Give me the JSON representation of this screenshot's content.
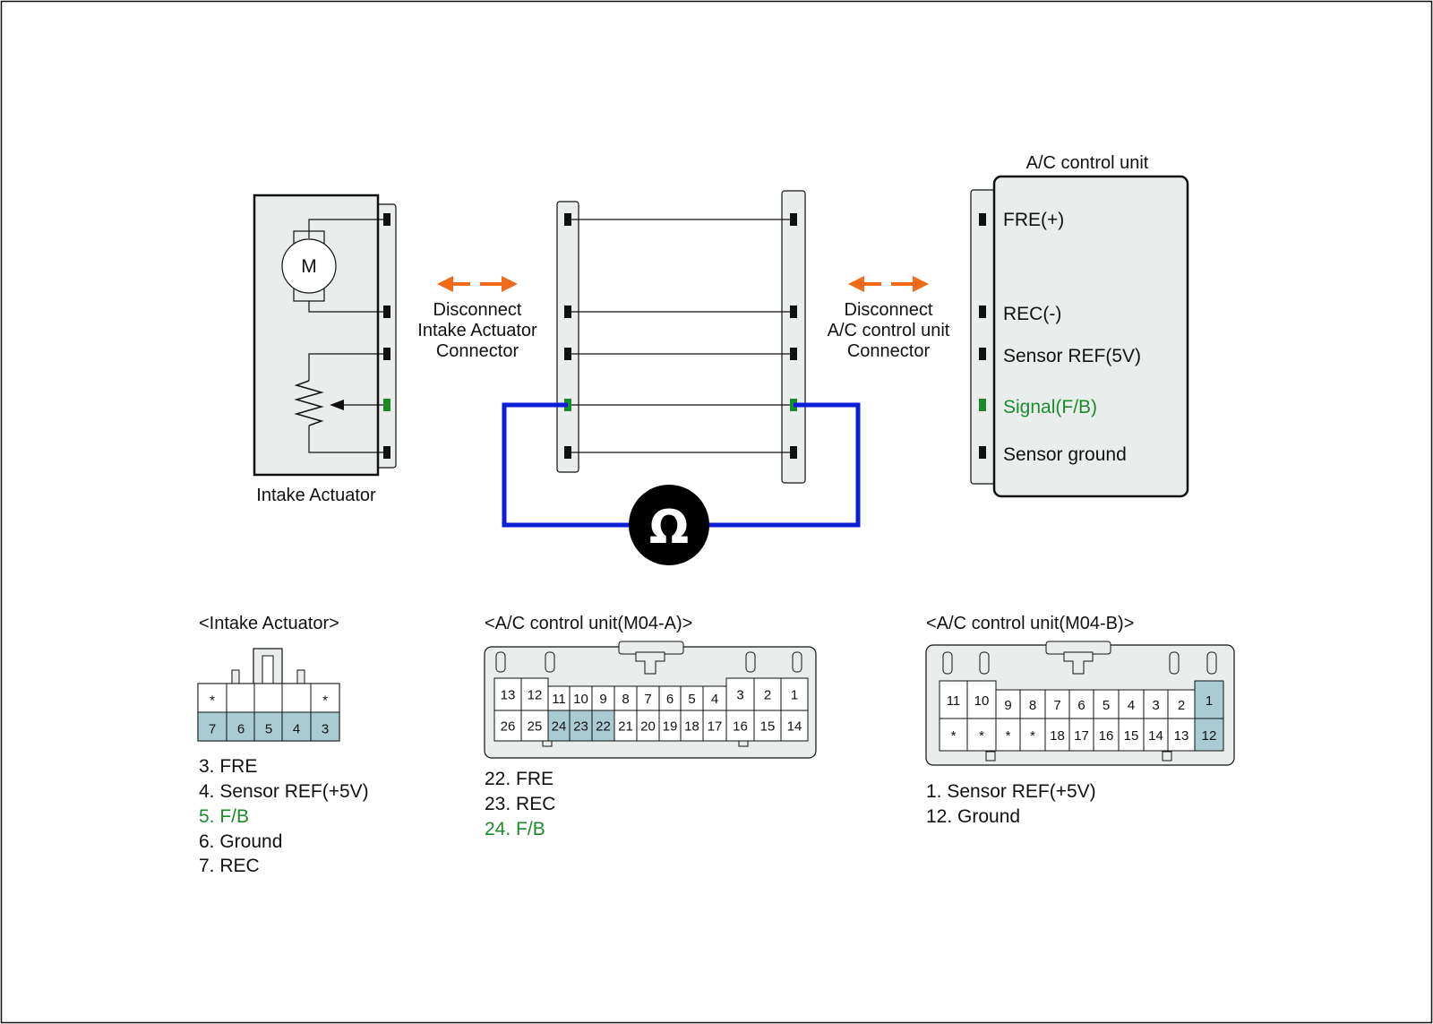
{
  "colors": {
    "stroke": "#111111",
    "connector_fill": "#e9eeec",
    "pin_highlight": "#a9ccd3",
    "signal_green": "#1a8a2a",
    "probe_blue": "#0a1fd6",
    "arrow_orange": "#f06a1a",
    "ohm_fill": "#000000"
  },
  "icons": [
    "motor-icon",
    "potentiometer-icon",
    "ohmmeter-icon",
    "disconnect-arrow-icon"
  ],
  "diagram": {
    "motor_label": "M",
    "actuator_label": "Intake Actuator",
    "disconnect_left": [
      "Disconnect",
      "Intake Actuator",
      "Connector"
    ],
    "disconnect_right": [
      "Disconnect",
      "A/C control unit",
      "Connector"
    ],
    "acu_title": "A/C control unit",
    "acu_pins": [
      "FRE(+)",
      "REC(-)",
      "Sensor REF(5V)",
      "Signal(F/B)",
      "Sensor ground"
    ],
    "ohm_symbol": "Ω"
  },
  "connectors": {
    "intake": {
      "title": "<Intake Actuator>",
      "top": [
        "*",
        "",
        "",
        "",
        "*"
      ],
      "bottom": [
        "7",
        "6",
        "5",
        "4",
        "3"
      ],
      "legend": [
        "3. FRE",
        "4. Sensor REF(+5V)",
        "5. F/B",
        "6. Ground",
        "7. REC"
      ]
    },
    "m04a": {
      "title": "<A/C control unit(M04-A)>",
      "top": [
        "13",
        "12",
        "11",
        "10",
        "9",
        "8",
        "7",
        "6",
        "5",
        "4",
        "3",
        "2",
        "1"
      ],
      "bottom": [
        "26",
        "25",
        "24",
        "23",
        "22",
        "21",
        "20",
        "19",
        "18",
        "17",
        "16",
        "15",
        "14"
      ],
      "legend": [
        "22. FRE",
        "23. REC",
        "24. F/B"
      ]
    },
    "m04b": {
      "title": "<A/C control unit(M04-B)>",
      "top": [
        "11",
        "10",
        "9",
        "8",
        "7",
        "6",
        "5",
        "4",
        "3",
        "2",
        "1"
      ],
      "bottom": [
        "*",
        "*",
        "*",
        "*",
        "18",
        "17",
        "16",
        "15",
        "14",
        "13",
        "12"
      ],
      "legend": [
        "1. Sensor REF(+5V)",
        "12. Ground"
      ]
    }
  }
}
